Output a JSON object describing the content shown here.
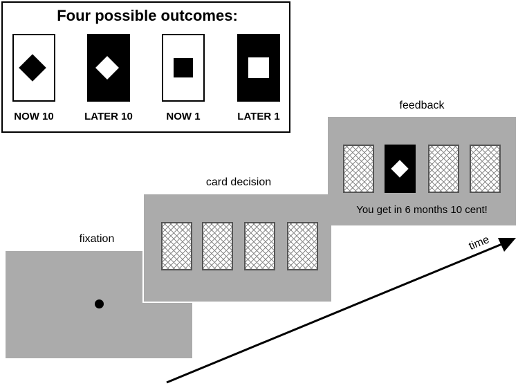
{
  "legend": {
    "title": "Four possible outcomes:",
    "outcomes": [
      {
        "label": "NOW 10",
        "card_color": "white",
        "symbol": "diamond"
      },
      {
        "label": "LATER 10",
        "card_color": "black",
        "symbol": "diamond"
      },
      {
        "label": "NOW 1",
        "card_color": "white",
        "symbol": "square"
      },
      {
        "label": "LATER 1",
        "card_color": "black",
        "symbol": "square"
      }
    ]
  },
  "screens": {
    "fixation": {
      "caption": "fixation"
    },
    "card_decision": {
      "caption": "card decision"
    },
    "feedback": {
      "caption": "feedback",
      "message": "You get in 6 months 10 cent!"
    }
  },
  "timeline": {
    "label": "time"
  },
  "colors": {
    "screen_gray": "#ababab",
    "black": "#000000",
    "white": "#ffffff"
  }
}
